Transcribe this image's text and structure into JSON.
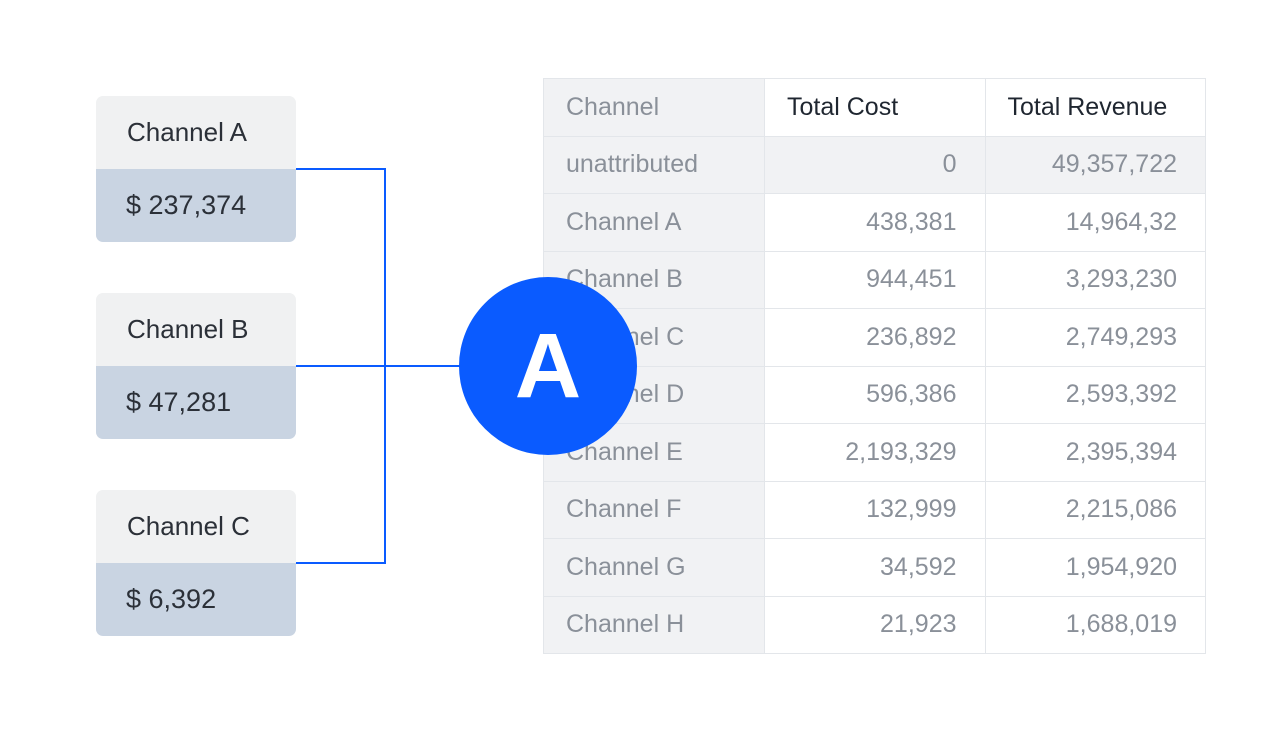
{
  "cards": [
    {
      "name": "Channel A",
      "amount": "$ 237,374"
    },
    {
      "name": "Channel B",
      "amount": "$ 47,281"
    },
    {
      "name": "Channel C",
      "amount": "$ 6,392"
    }
  ],
  "badge": {
    "letter": "A"
  },
  "colors": {
    "accent": "#0a5bff",
    "card_amount_bg": "#c9d4e2",
    "card_name_bg": "#f0f1f2"
  },
  "table": {
    "headers": [
      "Channel",
      "Total Cost",
      "Total Revenue"
    ],
    "rows": [
      [
        "unattributed",
        "0",
        "49,357,722"
      ],
      [
        "Channel A",
        "438,381",
        "14,964,32"
      ],
      [
        "Channel B",
        "944,451",
        "3,293,230"
      ],
      [
        "Channel C",
        "236,892",
        "2,749,293"
      ],
      [
        "Channel D",
        "596,386",
        "2,593,392"
      ],
      [
        "Channel E",
        "2,193,329",
        "2,395,394"
      ],
      [
        "Channel F",
        "132,999",
        "2,215,086"
      ],
      [
        "Channel G",
        "34,592",
        "1,954,920"
      ],
      [
        "Channel H",
        "21,923",
        "1,688,019"
      ]
    ]
  }
}
